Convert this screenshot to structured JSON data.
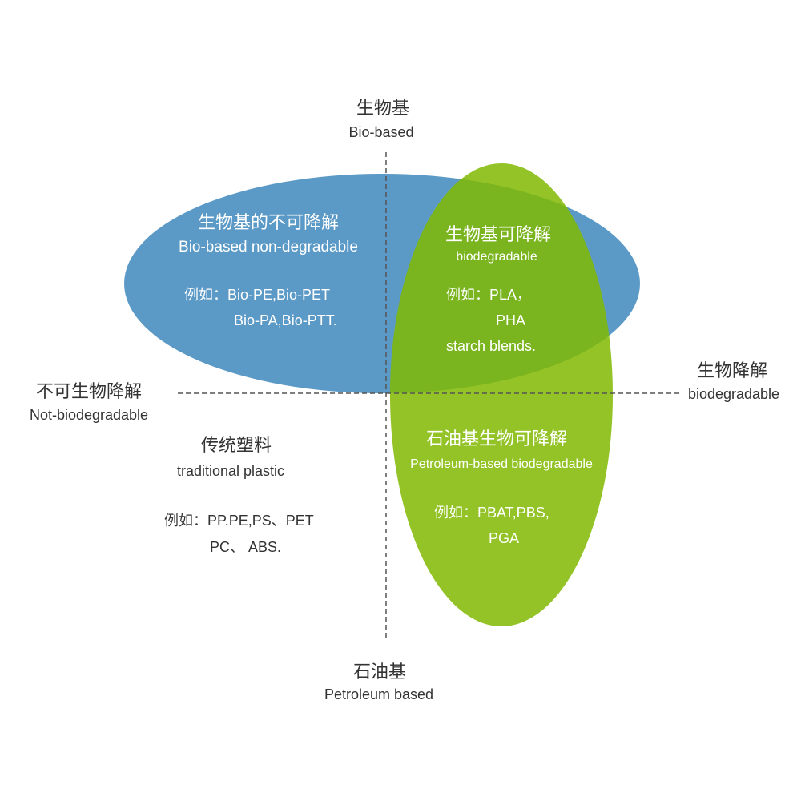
{
  "axes": {
    "top": {
      "zh": "生物基",
      "en": "Bio-based"
    },
    "bottom": {
      "zh": "石油基",
      "en": "Petroleum based"
    },
    "left": {
      "zh": "不可生物降解",
      "en": "Not-biodegradable"
    },
    "right": {
      "zh": "生物降解",
      "en": "biodegradable"
    }
  },
  "regions": {
    "bio_non_degradable": {
      "zh": "生物基的不可降解",
      "en": "Bio-based non-degradable",
      "example_line1": "例如：Bio-PE,Bio-PET",
      "example_line2": "Bio-PA,Bio-PTT."
    },
    "bio_degradable": {
      "zh": "生物基可降解",
      "en": "biodegradable",
      "example_line1": "例如：PLA，",
      "example_line2": "PHA",
      "example_line3": "starch blends."
    },
    "traditional": {
      "zh": "传统塑料",
      "en": "traditional plastic",
      "example_line1": "例如：PP.PE,PS、PET",
      "example_line2": "PC、 ABS."
    },
    "petro_degradable": {
      "zh": "石油基生物可降解",
      "en": "Petroleum-based biodegradable",
      "example_line1": "例如：PBAT,PBS,",
      "example_line2": "PGA"
    }
  },
  "colors": {
    "blue": "#5b99c6",
    "green": "#93c326",
    "overlap": "#7ab41e",
    "axis": "#555555"
  }
}
